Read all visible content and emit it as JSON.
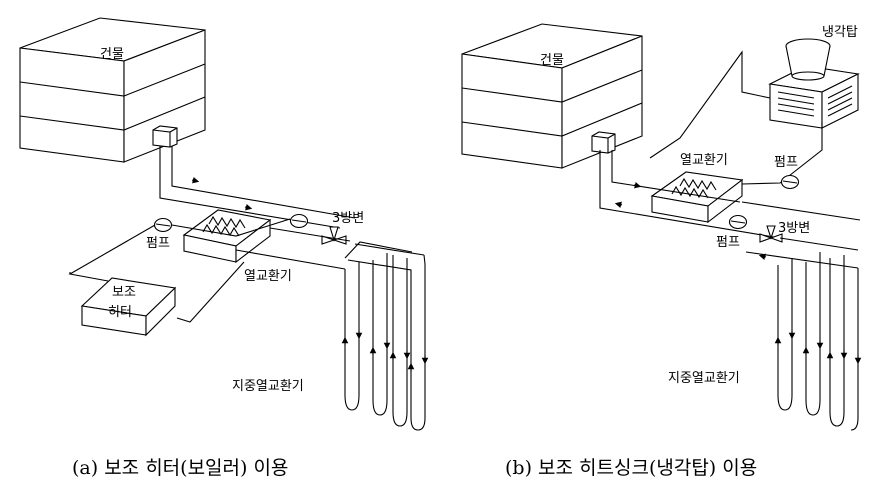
{
  "diagram_a": {
    "building": "건물",
    "pump": "펌프",
    "valve": "3방변",
    "heat_exchanger": "열교환기",
    "heater_line1": "보조",
    "heater_line2": "히터",
    "ground_hx": "지중열교환기",
    "caption": "(a) 보조 히터(보일러) 이용"
  },
  "diagram_b": {
    "building": "건물",
    "cooling_tower": "냉각탑",
    "heat_exchanger": "열교환기",
    "pump_top": "펌프",
    "pump_bottom": "펌프",
    "valve": "3방변",
    "ground_hx": "지중열교환기",
    "caption": "(b) 보조 히트싱크(냉각탑) 이용"
  }
}
